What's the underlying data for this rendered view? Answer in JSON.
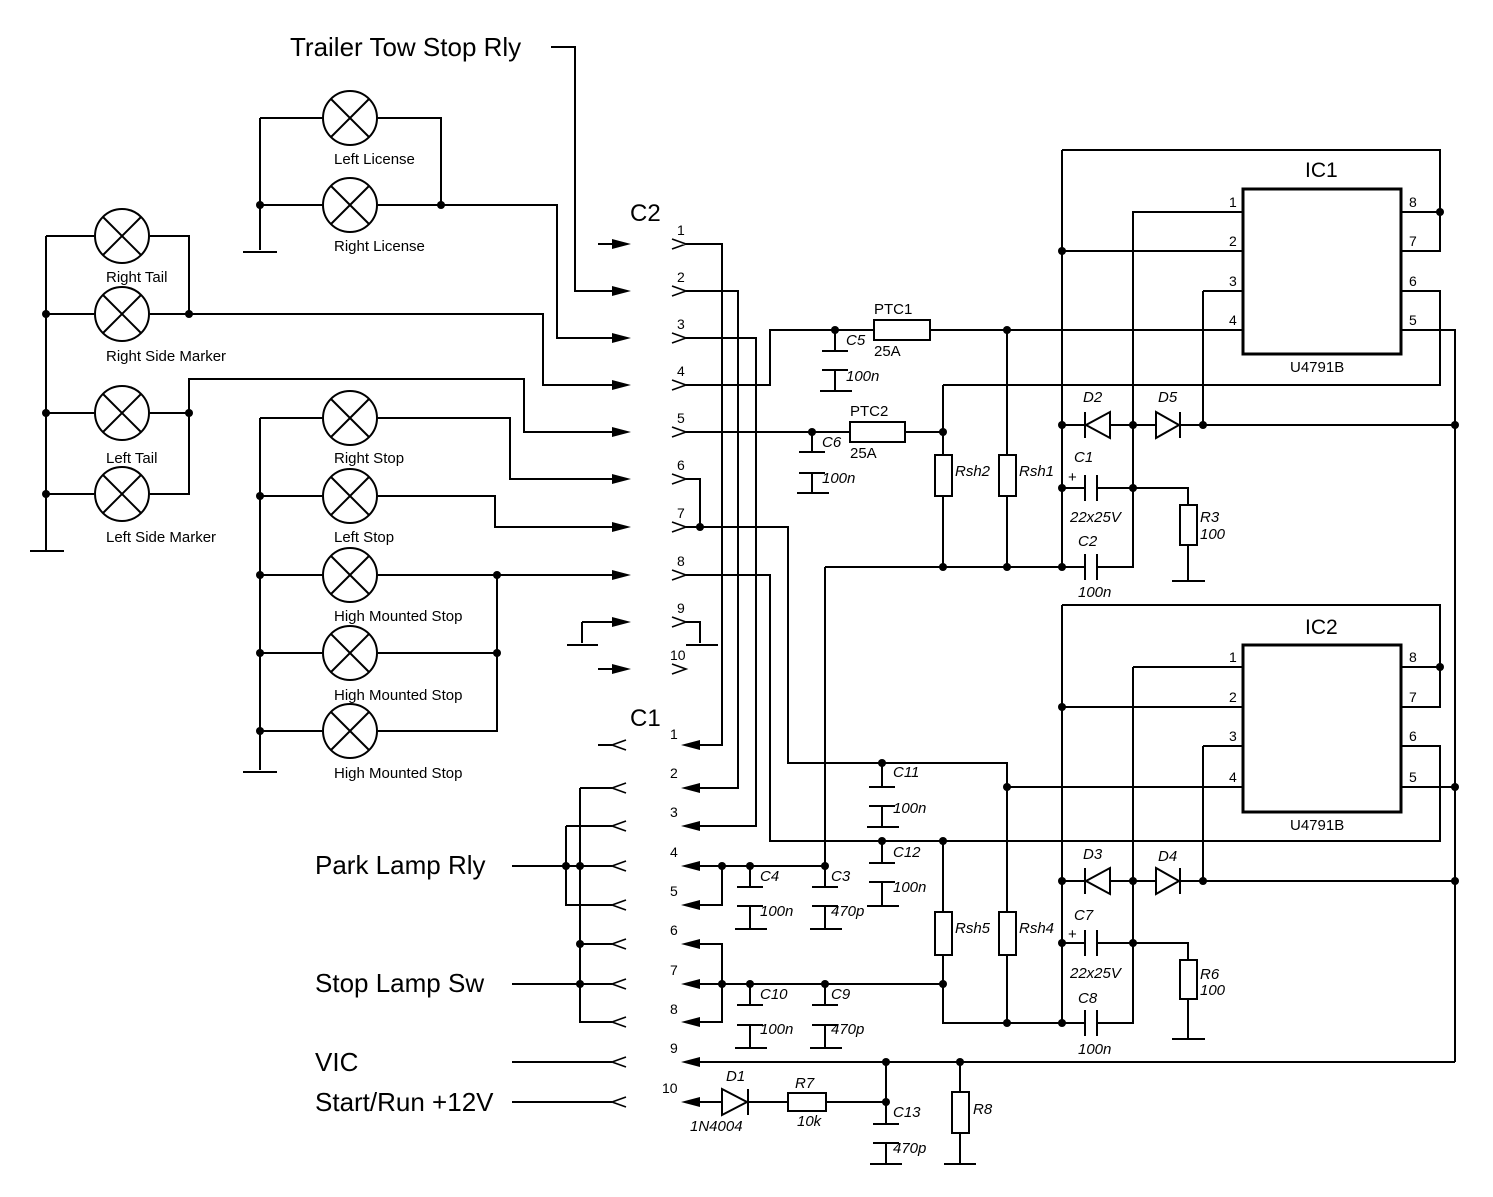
{
  "external_labels": {
    "trailer_tow_stop_rly": "Trailer Tow Stop Rly",
    "park_lamp_rly": "Park Lamp Rly",
    "stop_lamp_sw": "Stop Lamp Sw",
    "vic": "VIC",
    "start_run": "Start/Run +12V"
  },
  "lamps": {
    "left_license": "Left License",
    "right_license": "Right License",
    "right_tail": "Right Tail",
    "right_side_marker": "Right Side Marker",
    "left_tail": "Left Tail",
    "left_side_marker": "Left Side Marker",
    "right_stop": "Right Stop",
    "left_stop": "Left Stop",
    "high_mounted_stop_1": "High Mounted Stop",
    "high_mounted_stop_2": "High Mounted Stop",
    "high_mounted_stop_3": "High Mounted Stop"
  },
  "connectors": {
    "c2": {
      "name": "C2",
      "pins": [
        "1",
        "2",
        "3",
        "4",
        "5",
        "6",
        "7",
        "8",
        "9",
        "10"
      ]
    },
    "c1": {
      "name": "C1",
      "pins": [
        "1",
        "2",
        "3",
        "4",
        "5",
        "6",
        "7",
        "8",
        "9",
        "10"
      ]
    }
  },
  "ic1": {
    "name": "IC1",
    "part": "U4791B",
    "left_pins": [
      "1",
      "2",
      "3",
      "4"
    ],
    "right_pins": [
      "8",
      "7",
      "6",
      "5"
    ]
  },
  "ic2": {
    "name": "IC2",
    "part": "U4791B",
    "left_pins": [
      "1",
      "2",
      "3",
      "4"
    ],
    "right_pins": [
      "8",
      "7",
      "6",
      "5"
    ]
  },
  "components": {
    "ptc1": {
      "ref": "PTC1",
      "value": "25A"
    },
    "ptc2": {
      "ref": "PTC2",
      "value": "25A"
    },
    "c5": {
      "ref": "C5",
      "value": "100n"
    },
    "c6": {
      "ref": "C6",
      "value": "100n"
    },
    "rsh1": {
      "ref": "Rsh1"
    },
    "rsh2": {
      "ref": "Rsh2"
    },
    "rsh4": {
      "ref": "Rsh4"
    },
    "rsh5": {
      "ref": "Rsh5"
    },
    "d2": {
      "ref": "D2"
    },
    "d5": {
      "ref": "D5"
    },
    "d3": {
      "ref": "D3"
    },
    "d4": {
      "ref": "D4"
    },
    "c1": {
      "ref": "C1",
      "value": "22x25V",
      "polarity": "+"
    },
    "c2": {
      "ref": "C2",
      "value": "100n"
    },
    "c7": {
      "ref": "C7",
      "value": "22x25V",
      "polarity": "+"
    },
    "c8": {
      "ref": "C8",
      "value": "100n"
    },
    "r3": {
      "ref": "R3",
      "value": "100"
    },
    "r6": {
      "ref": "R6",
      "value": "100"
    },
    "c11": {
      "ref": "C11",
      "value": "100n"
    },
    "c12": {
      "ref": "C12",
      "value": "100n"
    },
    "c4": {
      "ref": "C4",
      "value": "100n"
    },
    "c3": {
      "ref": "C3",
      "value": "470p"
    },
    "c10": {
      "ref": "C10",
      "value": "100n"
    },
    "c9": {
      "ref": "C9",
      "value": "470p"
    },
    "d1": {
      "ref": "D1",
      "value": "1N4004"
    },
    "r7": {
      "ref": "R7",
      "value": "10k"
    },
    "c13": {
      "ref": "C13",
      "value": "470p"
    },
    "r8": {
      "ref": "R8"
    }
  }
}
